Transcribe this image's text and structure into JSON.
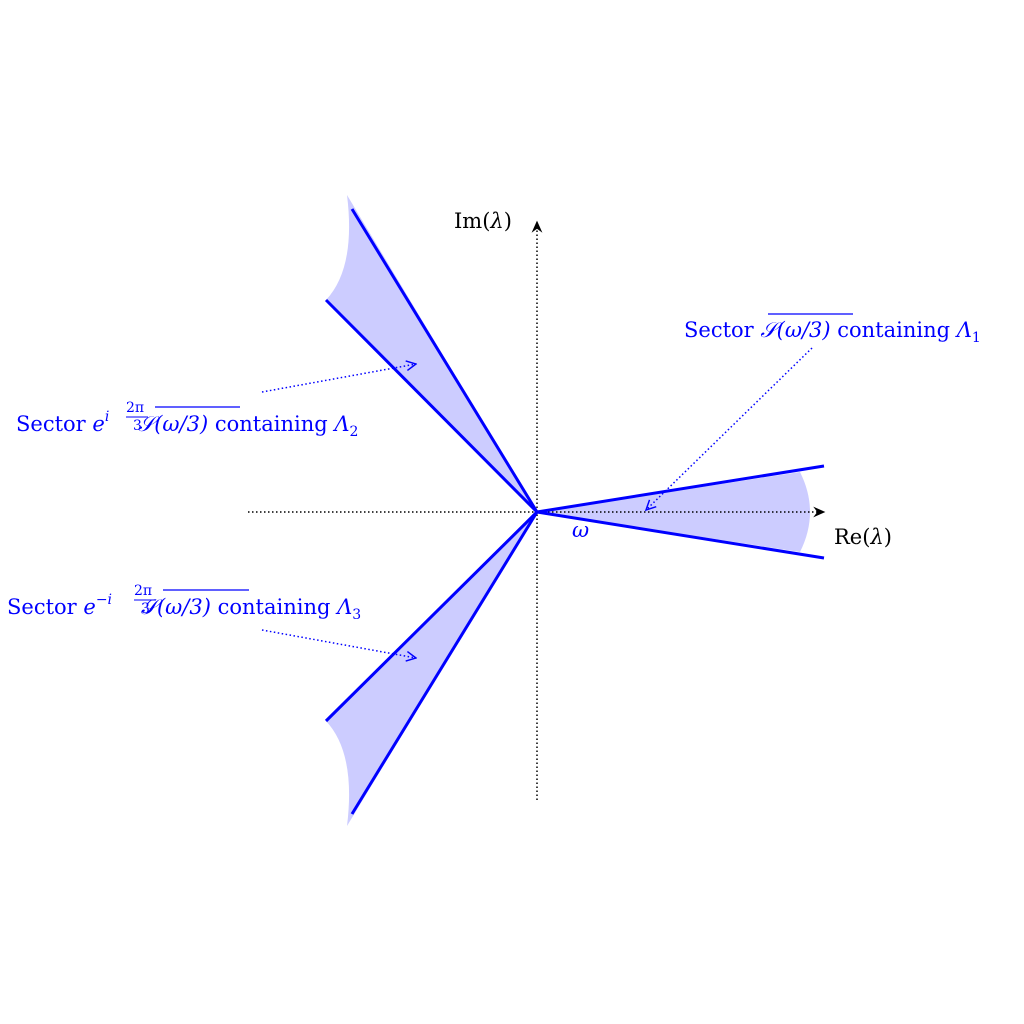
{
  "axes": {
    "real_label_prefix": "Re(",
    "real_label_var": "λ",
    "real_label_suffix": ")",
    "imag_label_prefix": "Im(",
    "imag_label_var": "λ",
    "imag_label_suffix": ")"
  },
  "angle_label": "ω",
  "sectors": [
    {
      "id": "sector-1",
      "text_prefix": "Sector ",
      "factor_base": "",
      "factor_sign": "",
      "factor_num": "",
      "factor_den": "",
      "overline_expr": "𝒮(ω/3)",
      "text_mid": " containing ",
      "lambda_symbol": "Λ",
      "lambda_index": "1"
    },
    {
      "id": "sector-2",
      "text_prefix": "Sector ",
      "factor_base": "e",
      "factor_sign": "i",
      "factor_num": "2π",
      "factor_den": "3",
      "overline_expr": "𝒮(ω/3)",
      "text_mid": " containing ",
      "lambda_symbol": "Λ",
      "lambda_index": "2"
    },
    {
      "id": "sector-3",
      "text_prefix": "Sector ",
      "factor_base": "e",
      "factor_sign": "−i",
      "factor_num": "2π",
      "factor_den": "3",
      "overline_expr": "𝒮(ω/3)",
      "text_mid": " containing ",
      "lambda_symbol": "Λ",
      "lambda_index": "3"
    }
  ],
  "colors": {
    "sector_fill": "#ccccff",
    "sector_edge": "#0000ff",
    "axis": "#000000",
    "annotation": "#0000ff"
  }
}
